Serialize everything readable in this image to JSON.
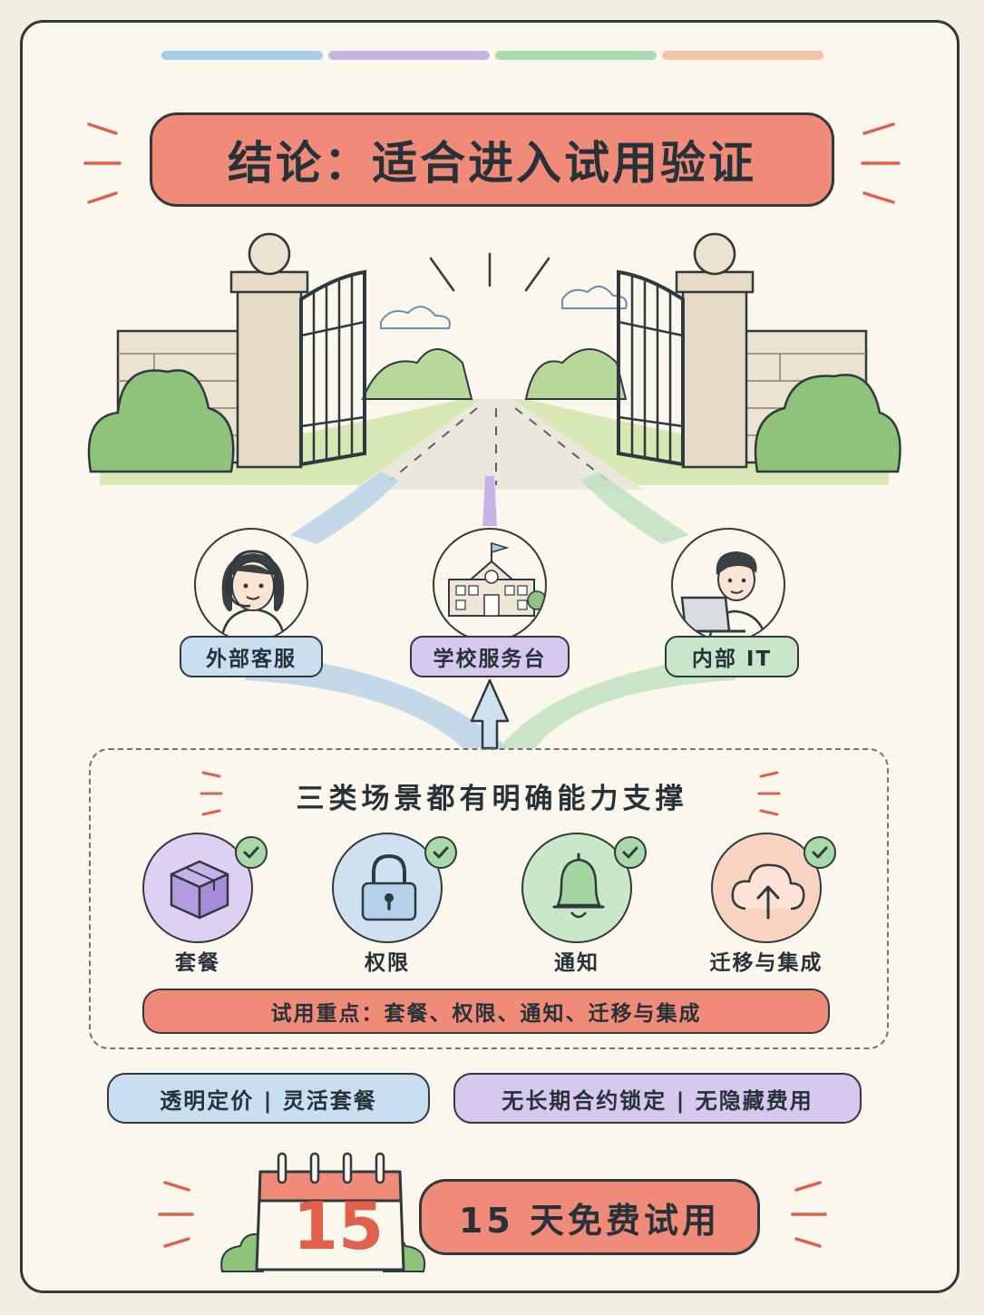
{
  "title": "结论：适合进入试用验证",
  "scenarios": [
    {
      "label": "外部客服",
      "icon": "customer-service-agent-icon",
      "color": "#c9dff0"
    },
    {
      "label": "学校服务台",
      "icon": "school-building-icon",
      "color": "#d6c8ee"
    },
    {
      "label": "内部 IT",
      "icon": "it-staff-laptop-icon",
      "color": "#c8e6c9"
    }
  ],
  "section_title": "三类场景都有明确能力支撑",
  "features": [
    {
      "label": "套餐",
      "icon": "package-box-icon",
      "color": "#ddd0f2"
    },
    {
      "label": "权限",
      "icon": "lock-icon",
      "color": "#cfe0f0"
    },
    {
      "label": "通知",
      "icon": "bell-icon",
      "color": "#c9e8c8"
    },
    {
      "label": "迁移与集成",
      "icon": "cloud-upload-icon",
      "color": "#f8d3c0"
    }
  ],
  "trial_focus": "试用重点：套餐、权限、通知、迁移与集成",
  "pricing": {
    "left": "透明定价 | 灵活套餐",
    "right": "无长期合约锁定 | 无隐藏费用"
  },
  "calendar_day": "15",
  "trial": "15 天免费试用",
  "colors": {
    "accent": "#ef8b78",
    "blue": "#c9dff0",
    "purple": "#d6c8ee",
    "green": "#c8e6c9",
    "orange": "#f8d3c0",
    "outline": "#2f3a3f"
  }
}
